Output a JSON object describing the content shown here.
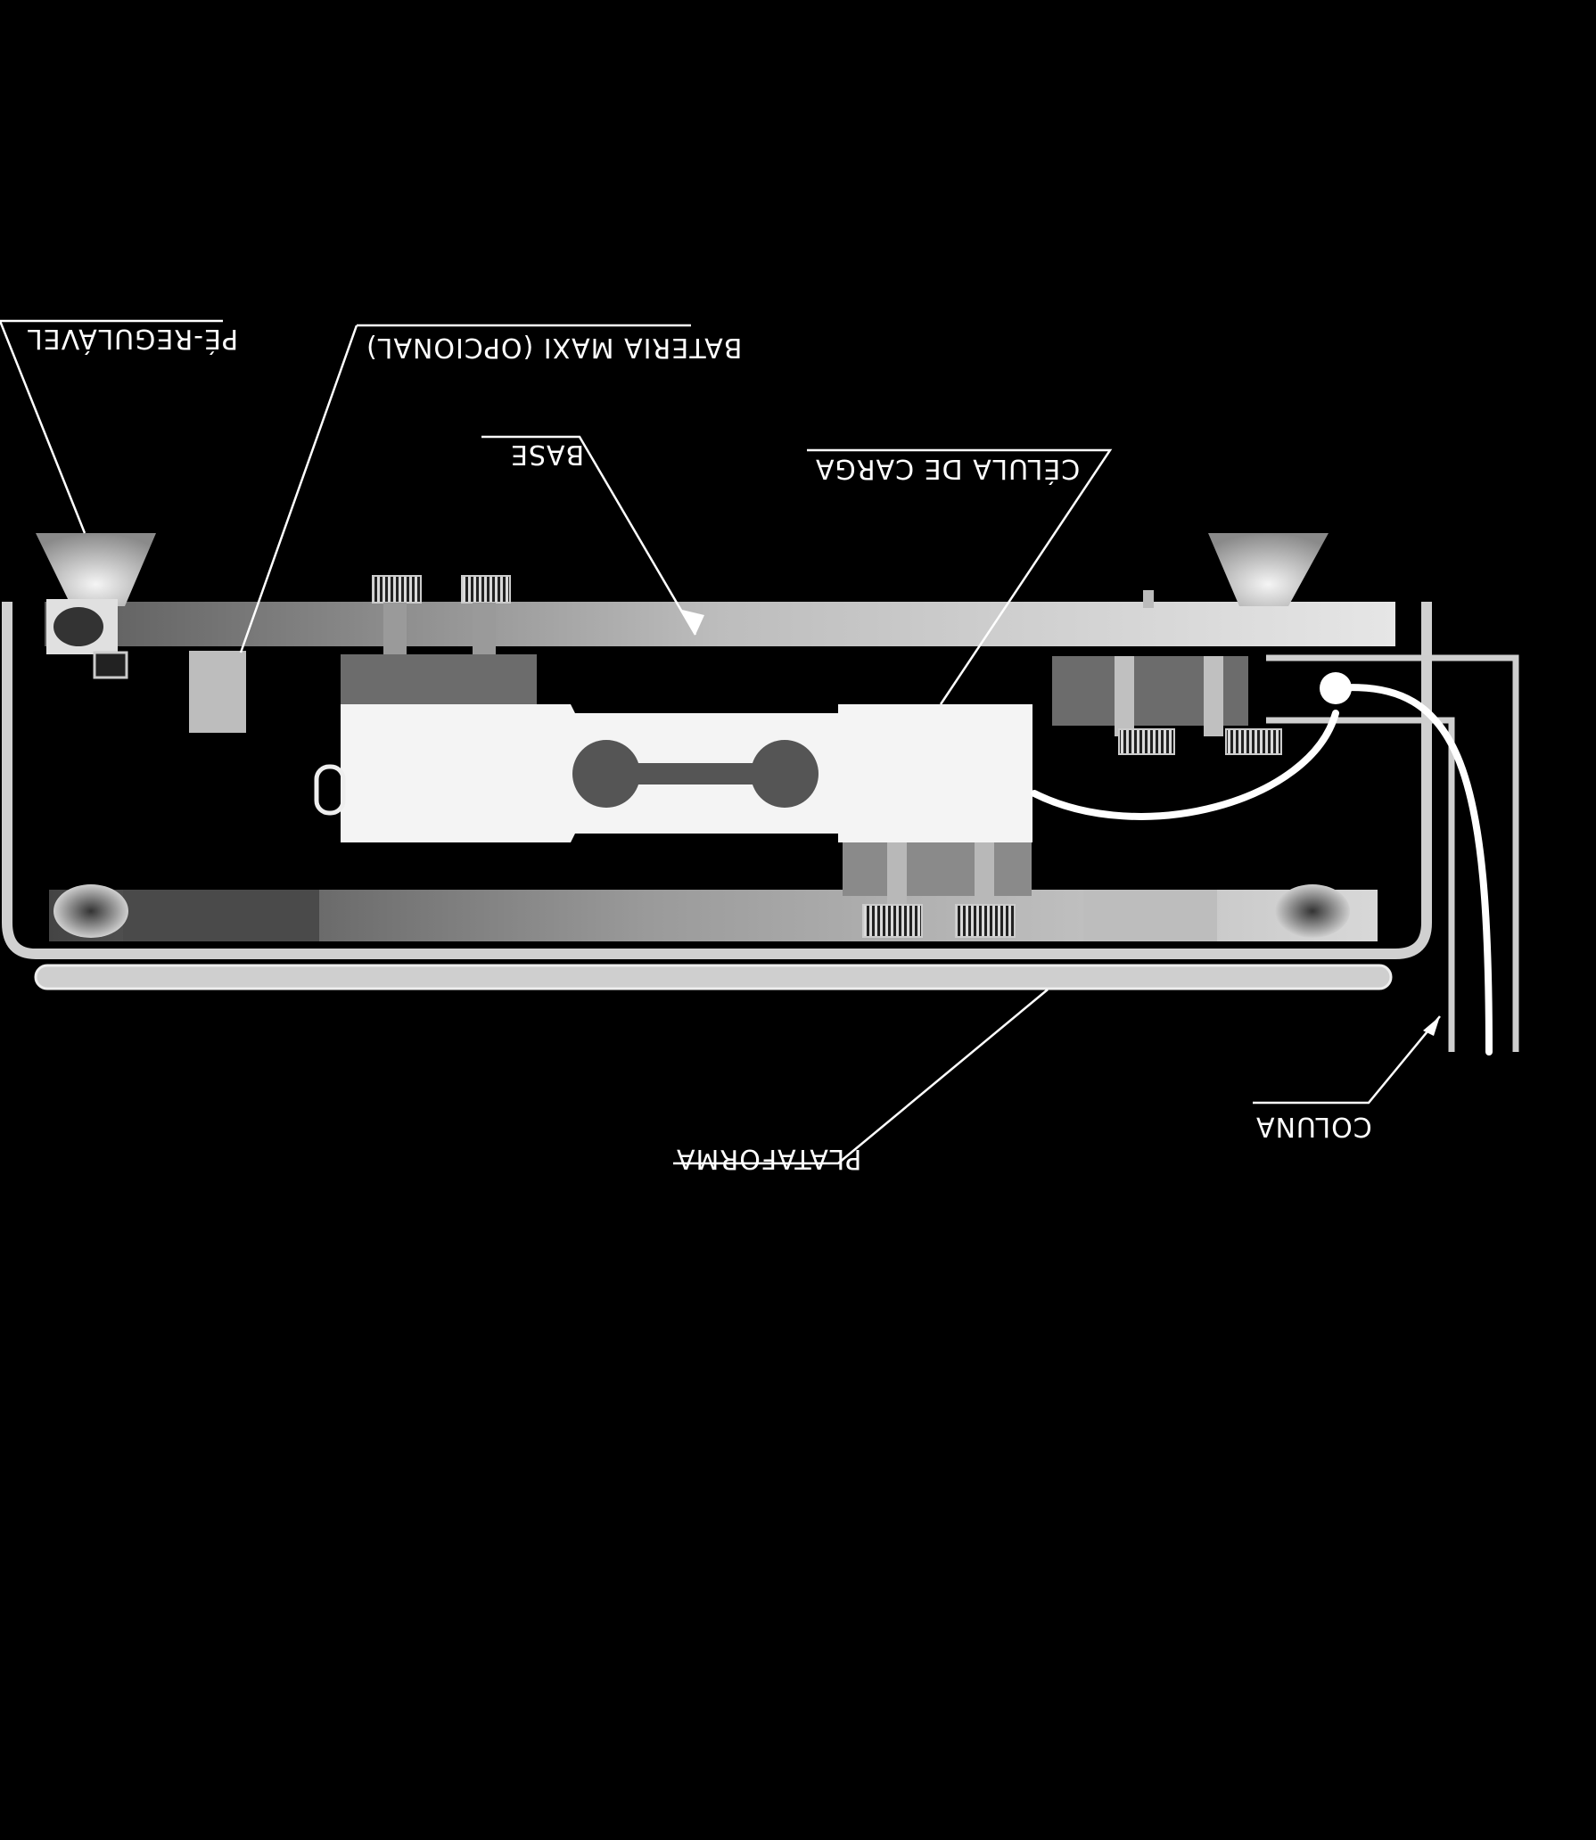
{
  "diagram": {
    "labels": {
      "pe_regulavel": "PÉ-REGULÁVEL",
      "bateria": "BATERIA MAXI (OPCIONAL)",
      "base": "BASE",
      "celula": "CÉLULA DE CARGA",
      "plataforma": "PLATAFORMA",
      "coluna": "COLUNA"
    },
    "colors": {
      "background": "#000000",
      "ink": "#ffffff",
      "metal_light": "#dcdcdc",
      "metal_mid": "#a9a9a9",
      "metal_dark": "#6e6e6e"
    }
  }
}
